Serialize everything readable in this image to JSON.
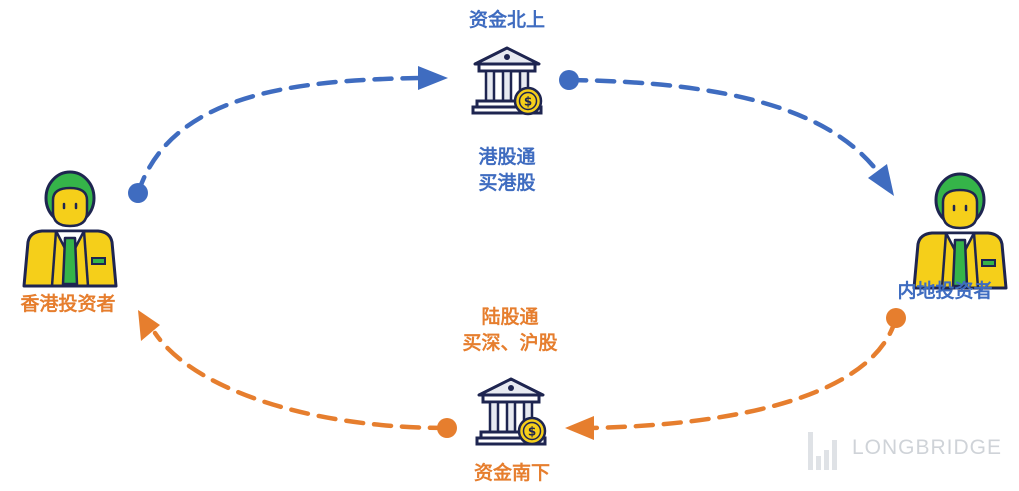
{
  "top": {
    "title": "资金北上",
    "line1": "港股通",
    "line2": "买港股"
  },
  "bottom": {
    "title": "资金南下",
    "line1": "陆股通",
    "line2": "买深、沪股"
  },
  "left_investor": "香港投资者",
  "right_investor": "内地投资者",
  "watermark": "LONGBRIDGE",
  "colors": {
    "north": "#3f6cc0",
    "south": "#e67e2e",
    "person_face": "#35b449",
    "suit": "#f5cf1a"
  },
  "icons": [
    "bank-icon",
    "coin-icon",
    "investor-icon"
  ]
}
